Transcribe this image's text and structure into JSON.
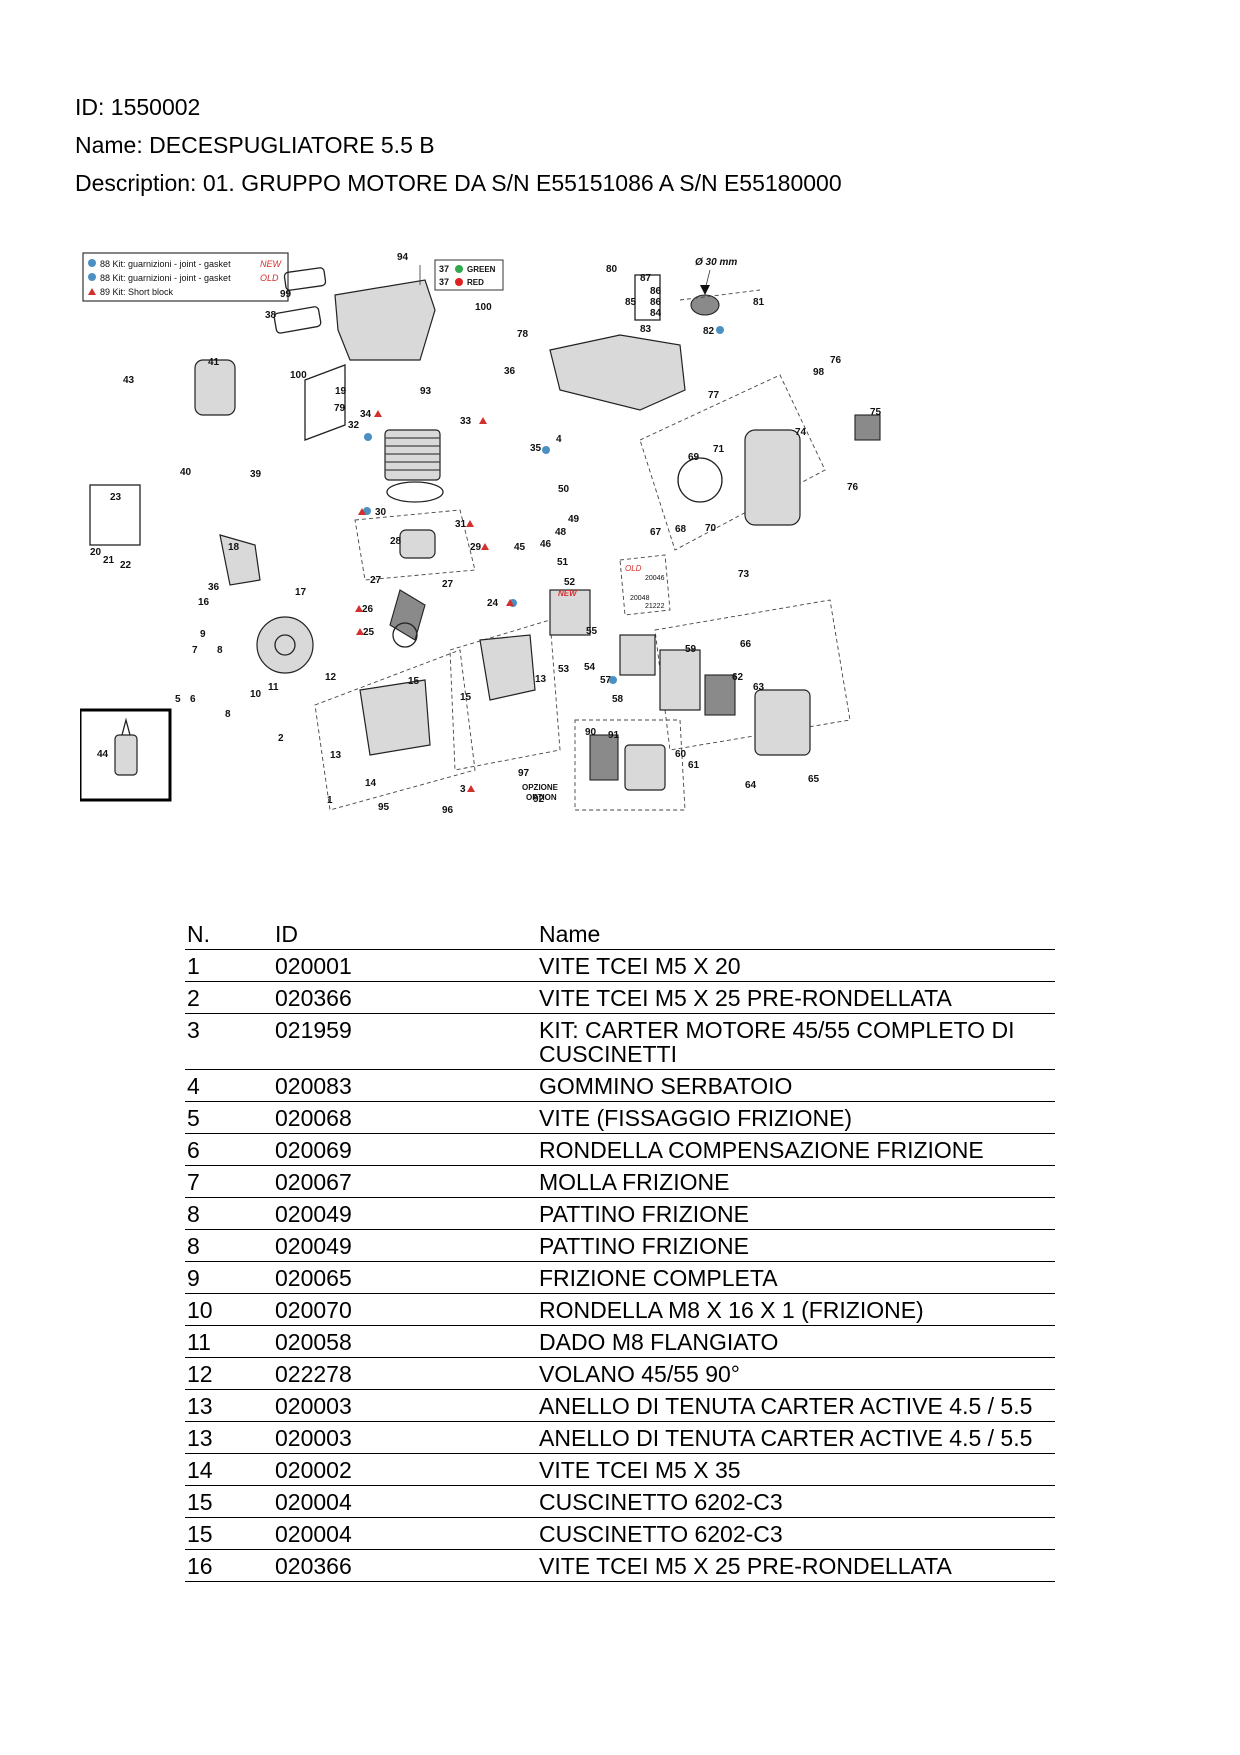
{
  "header": {
    "id_line": "ID: 1550002",
    "name_line": "Name: DECESPUGLIATORE 5.5 B",
    "description_line": "Description: 01. GRUPPO MOTORE DA S/N E55151086 A S/N E55180000"
  },
  "diagram": {
    "legend": [
      {
        "label": "88 Kit: guarnizioni - joint - gasket",
        "tag": "NEW",
        "marker": "blue-dot"
      },
      {
        "label": "88 Kit: guarnizioni - joint - gasket",
        "tag": "OLD",
        "marker": "blue-dot"
      },
      {
        "label": "89 Kit: Short block",
        "tag": "",
        "marker": "red-triangle"
      }
    ],
    "color_key": [
      {
        "code": "37",
        "label": "GREEN",
        "color": "#2fa84f"
      },
      {
        "code": "37",
        "label": "RED",
        "color": "#e02020"
      }
    ],
    "diameter_note": "Ø 30 mm",
    "option_note": "OPZIONE\nOPTION",
    "old_tag": "OLD",
    "new_tag": "NEW",
    "old_numbers": [
      "20046",
      "20048",
      "21222"
    ],
    "colors": {
      "blue_dot": "#4a90c2",
      "red_triangle": "#d32f2f",
      "new_tag": "#d32f2f"
    }
  },
  "table": {
    "headers": [
      "N.",
      "ID",
      "Name"
    ],
    "rows": [
      [
        "1",
        "020001",
        "VITE TCEI M5 X 20"
      ],
      [
        "2",
        "020366",
        "VITE TCEI M5 X 25 PRE-RONDELLATA"
      ],
      [
        "3",
        "021959",
        "KIT: CARTER MOTORE 45/55 COMPLETO DI CUSCINETTI"
      ],
      [
        "4",
        "020083",
        "GOMMINO SERBATOIO"
      ],
      [
        "5",
        "020068",
        "VITE (FISSAGGIO FRIZIONE)"
      ],
      [
        "6",
        "020069",
        "RONDELLA COMPENSAZIONE FRIZIONE"
      ],
      [
        "7",
        "020067",
        "MOLLA FRIZIONE"
      ],
      [
        "8",
        "020049",
        "PATTINO FRIZIONE"
      ],
      [
        "8",
        "020049",
        "PATTINO FRIZIONE"
      ],
      [
        "9",
        "020065",
        "FRIZIONE COMPLETA"
      ],
      [
        "10",
        "020070",
        "RONDELLA M8 X 16 X 1 (FRIZIONE)"
      ],
      [
        "11",
        "020058",
        "DADO M8 FLANGIATO"
      ],
      [
        "12",
        "022278",
        "VOLANO 45/55 90°"
      ],
      [
        "13",
        "020003",
        "ANELLO DI TENUTA CARTER ACTIVE 4.5 / 5.5"
      ],
      [
        "13",
        "020003",
        "ANELLO DI TENUTA CARTER ACTIVE 4.5 / 5.5"
      ],
      [
        "14",
        "020002",
        "VITE TCEI M5 X 35"
      ],
      [
        "15",
        "020004",
        "CUSCINETTO 6202-C3"
      ],
      [
        "15",
        "020004",
        "CUSCINETTO 6202-C3"
      ],
      [
        "16",
        "020366",
        "VITE TCEI M5 X 25 PRE-RONDELLATA"
      ]
    ]
  }
}
